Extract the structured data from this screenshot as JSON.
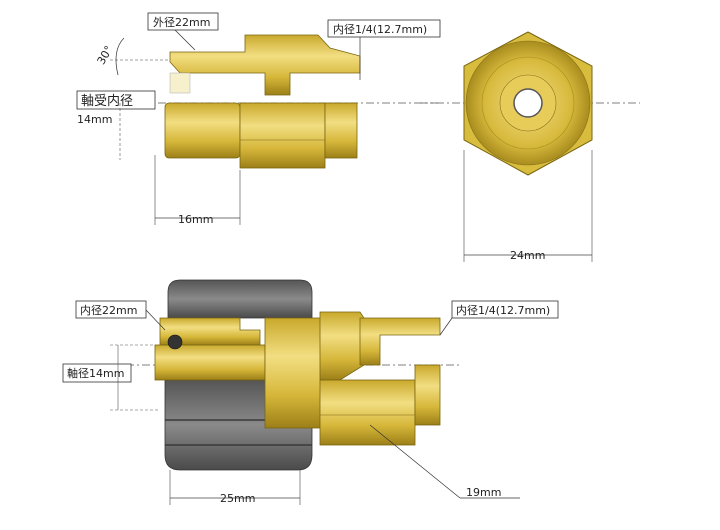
{
  "diagram": {
    "top_view": {
      "angle": "30°",
      "outer_diameter": "外径22mm",
      "inner_diameter": "内径1/4(12.7mm)",
      "bearing_label": "軸受内径",
      "bearing_value": "14mm",
      "length": "16mm"
    },
    "end_view": {
      "width": "24mm"
    },
    "bottom_view": {
      "inner_diameter_left": "内径22mm",
      "shaft_diameter": "軸径14mm",
      "inner_diameter_right": "内径1/4(12.7mm)",
      "length": "25mm",
      "nut_size": "19mm"
    }
  },
  "colors": {
    "brass": "#d8bc3e",
    "brass_dark": "#a88c1e",
    "brass_light": "#f0da78",
    "rubber": "#6e6e6e",
    "rubber_dark": "#4a4a4a",
    "line": "#333333"
  }
}
